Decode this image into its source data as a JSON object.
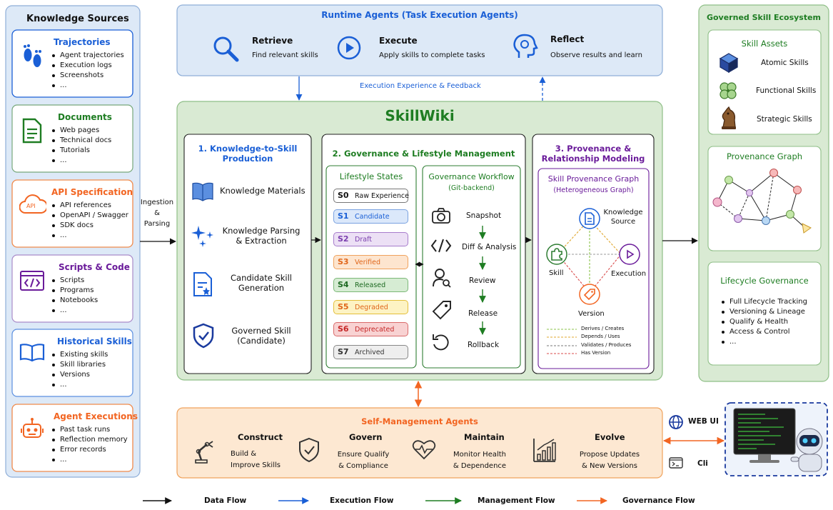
{
  "colors": {
    "blue": "#1a5fd6",
    "green": "#1e7d22",
    "orange": "#f26522",
    "purple": "#6a1b9a",
    "panel_blue": "#dde9f7",
    "panel_green": "#d9ead3",
    "panel_orange": "#fde8d2"
  },
  "sources": {
    "title": "Knowledge Sources",
    "items": [
      {
        "title": "Trajectories",
        "icon": "footprints-icon",
        "items": [
          "Agent trajectories",
          "Execution logs",
          "Screenshots",
          "..."
        ]
      },
      {
        "title": "Documents",
        "icon": "document-icon",
        "items": [
          "Web pages",
          "Technical docs",
          "Tutorials",
          "..."
        ]
      },
      {
        "title": "API Specification",
        "icon": "cloud-api-icon",
        "badge": "API",
        "items": [
          "API references",
          "OpenAPI / Swagger",
          "SDK docs",
          "..."
        ]
      },
      {
        "title": "Scripts & Code",
        "icon": "code-window-icon",
        "items": [
          "Scripts",
          "Programs",
          "Notebooks",
          "..."
        ]
      },
      {
        "title": "Historical Skills",
        "icon": "book-icon",
        "items": [
          "Existing skills",
          "Skill libraries",
          "Versions",
          "..."
        ]
      },
      {
        "title": "Agent Executions",
        "icon": "robot-icon",
        "items": [
          "Past task runs",
          "Reflection memory",
          "Error records",
          "..."
        ]
      }
    ]
  },
  "ingestion": {
    "line1": "Ingestion",
    "line2": "&",
    "line3": "Parsing"
  },
  "runtime": {
    "title": "Runtime Agents (Task Execution Agents)",
    "agents": [
      {
        "name": "Retrieve",
        "desc": "Find relevant skills",
        "icon": "magnifier-icon"
      },
      {
        "name": "Execute",
        "desc": "Apply skills to complete tasks",
        "icon": "play-icon"
      },
      {
        "name": "Reflect",
        "desc": "Observe results and learn",
        "icon": "head-icon"
      }
    ],
    "feedback": "Execution Experience & Feedback"
  },
  "skillwiki": {
    "title": "SkillWiki",
    "production": {
      "title_line1": "1. Knowledge-to-Skill",
      "title_line2": "Production",
      "steps": [
        {
          "line1": "Knowledge Materials",
          "line2": "",
          "icon": "book-open-icon"
        },
        {
          "line1": "Knowledge Parsing",
          "line2": "& Extraction",
          "icon": "sparkle-icon"
        },
        {
          "line1": "Candidate Skill",
          "line2": "Generation",
          "icon": "star-document-icon"
        },
        {
          "line1": "Governed Skill",
          "line2": "(Candidate)",
          "icon": "shield-check-icon"
        }
      ]
    },
    "governance": {
      "title": "2. Governance & Lifestyle Management",
      "states_title": "Lifestyle States",
      "states": [
        {
          "code": "S0",
          "label": "Raw Experience"
        },
        {
          "code": "S1",
          "label": "Candidate"
        },
        {
          "code": "S2",
          "label": "Draft"
        },
        {
          "code": "S3",
          "label": "Verified"
        },
        {
          "code": "S4",
          "label": "Released"
        },
        {
          "code": "S5",
          "label": "Degraded"
        },
        {
          "code": "S6",
          "label": "Deprecated"
        },
        {
          "code": "S7",
          "label": "Archived"
        }
      ],
      "workflow_title": "Governance Workflow",
      "workflow_sub": "(Git-backend)",
      "workflow": [
        {
          "label": "Snapshot",
          "icon": "camera-icon"
        },
        {
          "label": "Diff & Analysis",
          "icon": "code-brackets-icon"
        },
        {
          "label": "Review",
          "icon": "user-search-icon"
        },
        {
          "label": "Release",
          "icon": "tag-icon"
        },
        {
          "label": "Rollback",
          "icon": "undo-icon"
        }
      ]
    },
    "provenance": {
      "title_line1": "3. Provenance &",
      "title_line2": "Relationship Modeling",
      "graph_title": "Skill Provenance Graph",
      "graph_sub": "(Heterogeneous Graph)",
      "nodes": {
        "knowledge_line1": "Knowledge",
        "knowledge_line2": "Source",
        "skill": "Skill",
        "execution": "Execution",
        "version": "Version"
      },
      "legend": [
        "Derives / Creates",
        "Depends / Uses",
        "Validates / Produces",
        "Has Version"
      ]
    }
  },
  "ecosystem": {
    "title": "Governed Skill Ecosystem",
    "assets_title": "Skill Assets",
    "assets": [
      {
        "label": "Atomic Skills",
        "icon": "cube-icon"
      },
      {
        "label": "Functional Skills",
        "icon": "clover-icon"
      },
      {
        "label": "Strategic Skills",
        "icon": "chess-knight-icon"
      }
    ],
    "graph_title": "Provenance Graph",
    "lifecycle_title": "Lifecycle Governance",
    "lifecycle_items": [
      "Full Lifecycle Tracking",
      "Versioning & Lineage",
      "Qualify & Health",
      "Access & Control",
      "..."
    ]
  },
  "self_mgmt": {
    "title": "Self-Management Agents",
    "agents": [
      {
        "name": "Construct",
        "line1": "Build &",
        "line2": "Improve Skills",
        "icon": "robot-arm-icon"
      },
      {
        "name": "Govern",
        "line1": "Ensure Qualify",
        "line2": "& Compliance",
        "icon": "shield-check-icon"
      },
      {
        "name": "Maintain",
        "line1": "Monitor Health",
        "line2": "& Dependence",
        "icon": "heartbeat-icon"
      },
      {
        "name": "Evolve",
        "line1": "Propose Updates",
        "line2": "& New Versions",
        "icon": "growth-chart-icon"
      }
    ]
  },
  "interfaces": {
    "web": "WEB UI",
    "cli": "Cli"
  },
  "legend": [
    "Data Flow",
    "Execution Flow",
    "Management Flow",
    "Governance Flow"
  ]
}
